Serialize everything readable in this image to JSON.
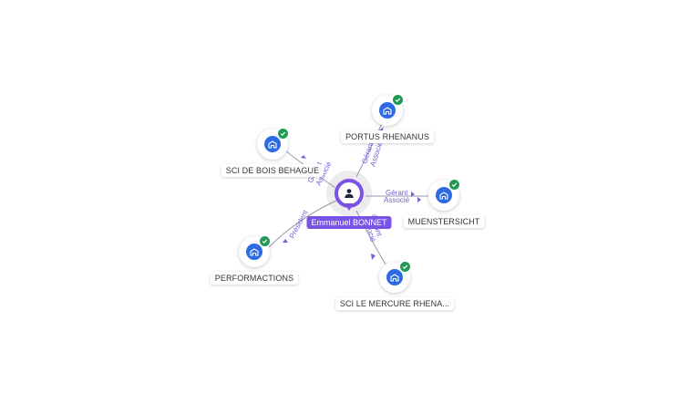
{
  "center": {
    "name": "Emmanuel BONNET",
    "icon": "person-icon",
    "color": "#7a52e6"
  },
  "companies": [
    {
      "name": "PORTUS RHENANUS",
      "icon": "company-building-icon",
      "status": "verified-check-icon"
    },
    {
      "name": "SCI DE BOIS BEHAGUE",
      "icon": "company-building-icon",
      "status": "verified-check-icon"
    },
    {
      "name": "MUENSTERSICHT",
      "icon": "company-building-icon",
      "status": "verified-check-icon"
    },
    {
      "name": "PERFORMACTIONS",
      "icon": "company-building-icon",
      "status": "verified-check-icon"
    },
    {
      "name": "SCI LE MERCURE RHENA...",
      "icon": "company-building-icon",
      "status": "verified-check-icon"
    }
  ],
  "edges": [
    {
      "to": "PORTUS RHENANUS",
      "roles": [
        "Gérant",
        "Associé"
      ]
    },
    {
      "to": "SCI DE BOIS BEHAGUE",
      "roles": [
        "Gérant",
        "Associé"
      ]
    },
    {
      "to": "MUENSTERSICHT",
      "roles": [
        "Gérant",
        "Associé"
      ]
    },
    {
      "to": "PERFORMACTIONS",
      "roles": [
        "Président"
      ]
    },
    {
      "to": "SCI LE MERCURE RHENA...",
      "roles": [
        "Gérant",
        "Associé"
      ]
    }
  ],
  "colors": {
    "accent": "#7a52e6",
    "company_icon": "#2d6be4",
    "verified": "#1f9a55",
    "edge_label": "#6f63d8"
  }
}
